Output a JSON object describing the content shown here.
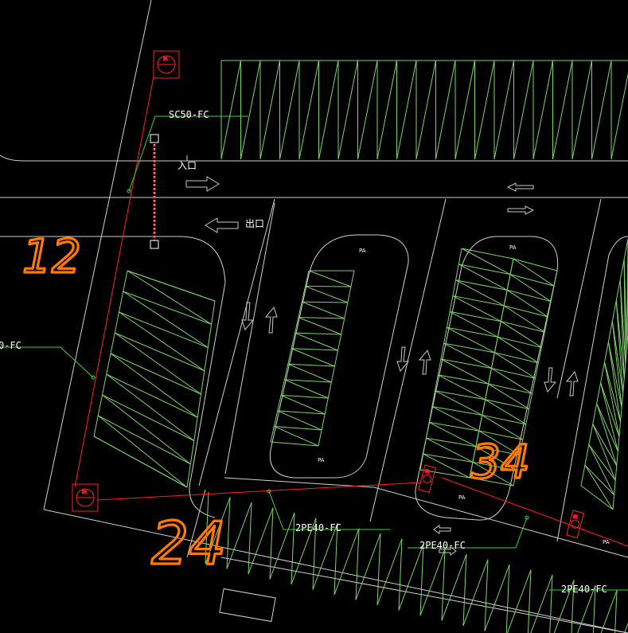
{
  "colors": {
    "background": "#000000",
    "outline": "#d0d0d0",
    "parking": "#7fd36a",
    "cable_red": "#ff2020",
    "leader_green": "#3fcf3f",
    "text_white": "#ffffff",
    "handwriting_orange": "#ff7a00",
    "arrow_gray": "#c8c8c8"
  },
  "labels": {
    "sc50": "SC50-FC",
    "left_cut": "0-FC",
    "pe40_a": "2PE40-FC",
    "pe40_b": "2PE40-FC",
    "pe40_c": "2PE40-FC",
    "entrance": "入口",
    "exit": "出口",
    "pa1": "PA",
    "pa2": "PA",
    "pa3": "PA",
    "pa4": "PA",
    "pa5": "PA"
  },
  "handwriting": {
    "mark_12": "12",
    "mark_34": "34",
    "mark_24": "24"
  },
  "devices": {
    "top_left": "IR",
    "bottom_left": "IR",
    "mid_right": "IR",
    "far_right": "IR"
  },
  "icons": [
    "direction-arrow-icon",
    "infrared-detector-icon",
    "barrier-gate-icon"
  ]
}
